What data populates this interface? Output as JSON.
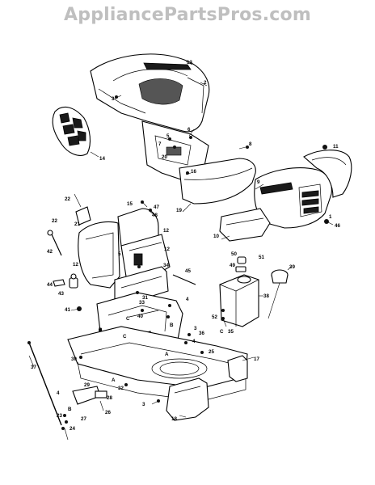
{
  "watermark": "AppliancePartsPros.com",
  "callouts": [
    {
      "id": "c13",
      "text": "13"
    },
    {
      "id": "c2",
      "text": "2"
    },
    {
      "id": "c3a",
      "text": "3"
    },
    {
      "id": "c14",
      "text": "14"
    },
    {
      "id": "c6",
      "text": "6"
    },
    {
      "id": "c5",
      "text": "5"
    },
    {
      "id": "c7",
      "text": "7"
    },
    {
      "id": "c20",
      "text": "20"
    },
    {
      "id": "c8",
      "text": "8"
    },
    {
      "id": "c11",
      "text": "11"
    },
    {
      "id": "c16",
      "text": "16"
    },
    {
      "id": "c19",
      "text": "19"
    },
    {
      "id": "c9",
      "text": "9"
    },
    {
      "id": "c1",
      "text": "1"
    },
    {
      "id": "c46",
      "text": "46"
    },
    {
      "id": "c10",
      "text": "10"
    },
    {
      "id": "c22a",
      "text": "22"
    },
    {
      "id": "c15",
      "text": "15"
    },
    {
      "id": "c47",
      "text": "47"
    },
    {
      "id": "c48",
      "text": "48"
    },
    {
      "id": "c21",
      "text": "21"
    },
    {
      "id": "c22b",
      "text": "22"
    },
    {
      "id": "c12a",
      "text": "12"
    },
    {
      "id": "c42",
      "text": "42"
    },
    {
      "id": "c12b",
      "text": "12"
    },
    {
      "id": "c5b",
      "text": "5"
    },
    {
      "id": "c12c",
      "text": "12"
    },
    {
      "id": "c34",
      "text": "34"
    },
    {
      "id": "c45",
      "text": "45"
    },
    {
      "id": "c44",
      "text": "44"
    },
    {
      "id": "c43",
      "text": "43"
    },
    {
      "id": "c31",
      "text": "31"
    },
    {
      "id": "c41",
      "text": "41"
    },
    {
      "id": "c33",
      "text": "33"
    },
    {
      "id": "c4a",
      "text": "4"
    },
    {
      "id": "c40",
      "text": "40"
    },
    {
      "id": "c50",
      "text": "50"
    },
    {
      "id": "c51",
      "text": "51"
    },
    {
      "id": "c49",
      "text": "49"
    },
    {
      "id": "c39",
      "text": "39"
    },
    {
      "id": "c38",
      "text": "38"
    },
    {
      "id": "c52",
      "text": "52"
    },
    {
      "id": "c35",
      "text": "35"
    },
    {
      "id": "cC1",
      "text": "C"
    },
    {
      "id": "cC2",
      "text": "C"
    },
    {
      "id": "cC3",
      "text": "C"
    },
    {
      "id": "cB1",
      "text": "B"
    },
    {
      "id": "cB2",
      "text": "B"
    },
    {
      "id": "c3b",
      "text": "3"
    },
    {
      "id": "c36",
      "text": "36"
    },
    {
      "id": "c4b",
      "text": "4"
    },
    {
      "id": "c25",
      "text": "25"
    },
    {
      "id": "c17",
      "text": "17"
    },
    {
      "id": "cA1",
      "text": "A"
    },
    {
      "id": "c30",
      "text": "30"
    },
    {
      "id": "c37",
      "text": "37"
    },
    {
      "id": "cA2",
      "text": "A"
    },
    {
      "id": "c29",
      "text": "29"
    },
    {
      "id": "c28",
      "text": "28"
    },
    {
      "id": "c32",
      "text": "32"
    },
    {
      "id": "c4c",
      "text": "4"
    },
    {
      "id": "c23",
      "text": "23"
    },
    {
      "id": "cB3",
      "text": "B"
    },
    {
      "id": "c27",
      "text": "27"
    },
    {
      "id": "c26",
      "text": "26"
    },
    {
      "id": "c3c",
      "text": "3"
    },
    {
      "id": "c18",
      "text": "18"
    },
    {
      "id": "c24",
      "text": "24"
    }
  ]
}
